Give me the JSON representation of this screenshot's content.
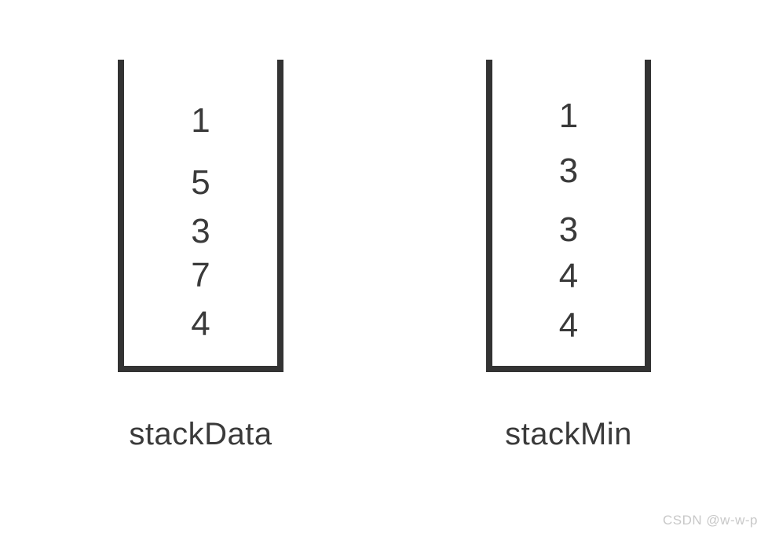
{
  "diagram": {
    "title_context": "min-stack data structure illustration",
    "stacks": [
      {
        "name": "stackData",
        "label": "stackData",
        "values_top_to_bottom": [
          "1",
          "5",
          "3",
          "7",
          "4"
        ]
      },
      {
        "name": "stackMin",
        "label": "stackMin",
        "values_top_to_bottom": [
          "1",
          "3",
          "3",
          "4",
          "4"
        ]
      }
    ],
    "watermark": "CSDN @w-w-p",
    "colors": {
      "stroke": "#333333",
      "text": "#3a3a3a",
      "watermark": "#c8c8c8",
      "background": "#ffffff"
    }
  }
}
